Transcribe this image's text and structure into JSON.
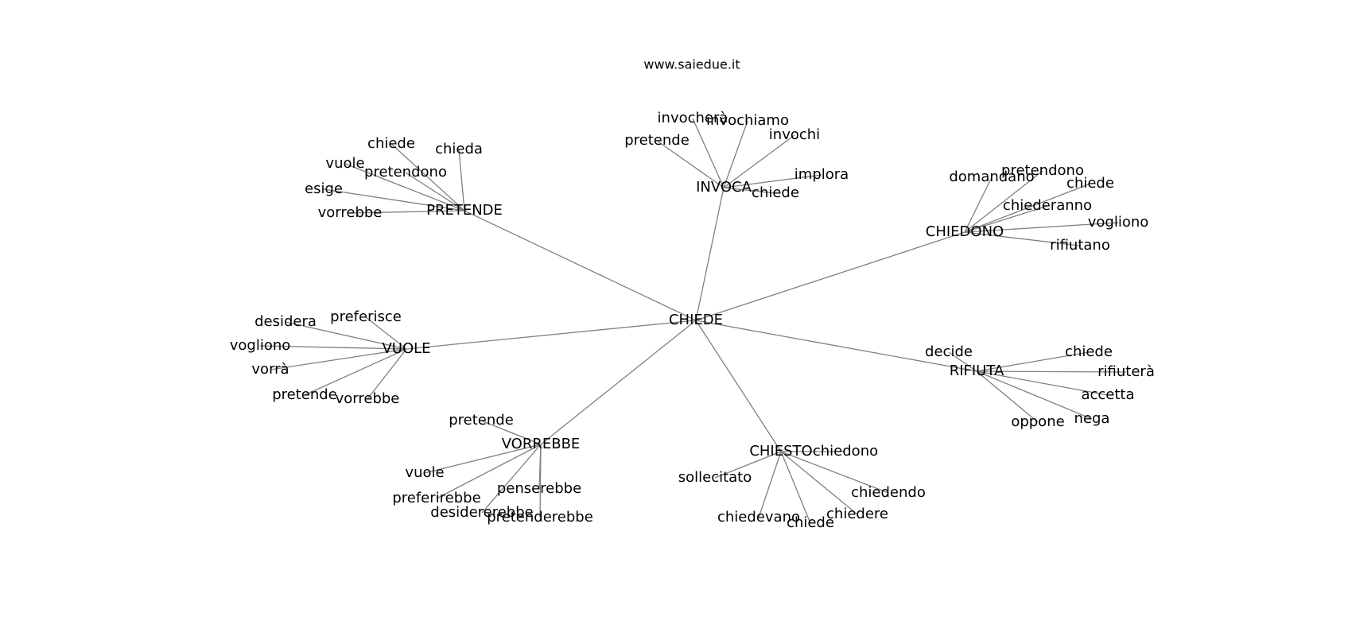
{
  "site": {
    "text": "www.saiedue.it"
  },
  "graph": {
    "center": "CHIEDE",
    "groups": [
      {
        "hub": "PRETENDE",
        "leaves": [
          "chiede",
          "chieda",
          "vuole",
          "pretendono",
          "esige",
          "vorrebbe"
        ]
      },
      {
        "hub": "INVOCA",
        "leaves": [
          "invocherà",
          "invochiamo",
          "pretende",
          "invochi",
          "implora",
          "chiede"
        ]
      },
      {
        "hub": "CHIEDONO",
        "leaves": [
          "domandano",
          "pretendono",
          "chiede",
          "chiederanno",
          "vogliono",
          "rifiutano"
        ]
      },
      {
        "hub": "VUOLE",
        "leaves": [
          "preferisce",
          "desidera",
          "vogliono",
          "vorrà",
          "pretende",
          "vorrebbe"
        ]
      },
      {
        "hub": "RIFIUTA",
        "leaves": [
          "decide",
          "chiede",
          "rifiuterà",
          "accetta",
          "nega",
          "oppone"
        ]
      },
      {
        "hub": "VORREBBE",
        "leaves": [
          "pretende",
          "vuole",
          "penserebbe",
          "preferirebbe",
          "desidererebbe",
          "pretenderebbe"
        ]
      },
      {
        "hub": "CHIESTO",
        "leaves": [
          "chiedono",
          "sollecitato",
          "chiedendo",
          "chiedere",
          "chiedevano",
          "chiede"
        ]
      }
    ]
  }
}
